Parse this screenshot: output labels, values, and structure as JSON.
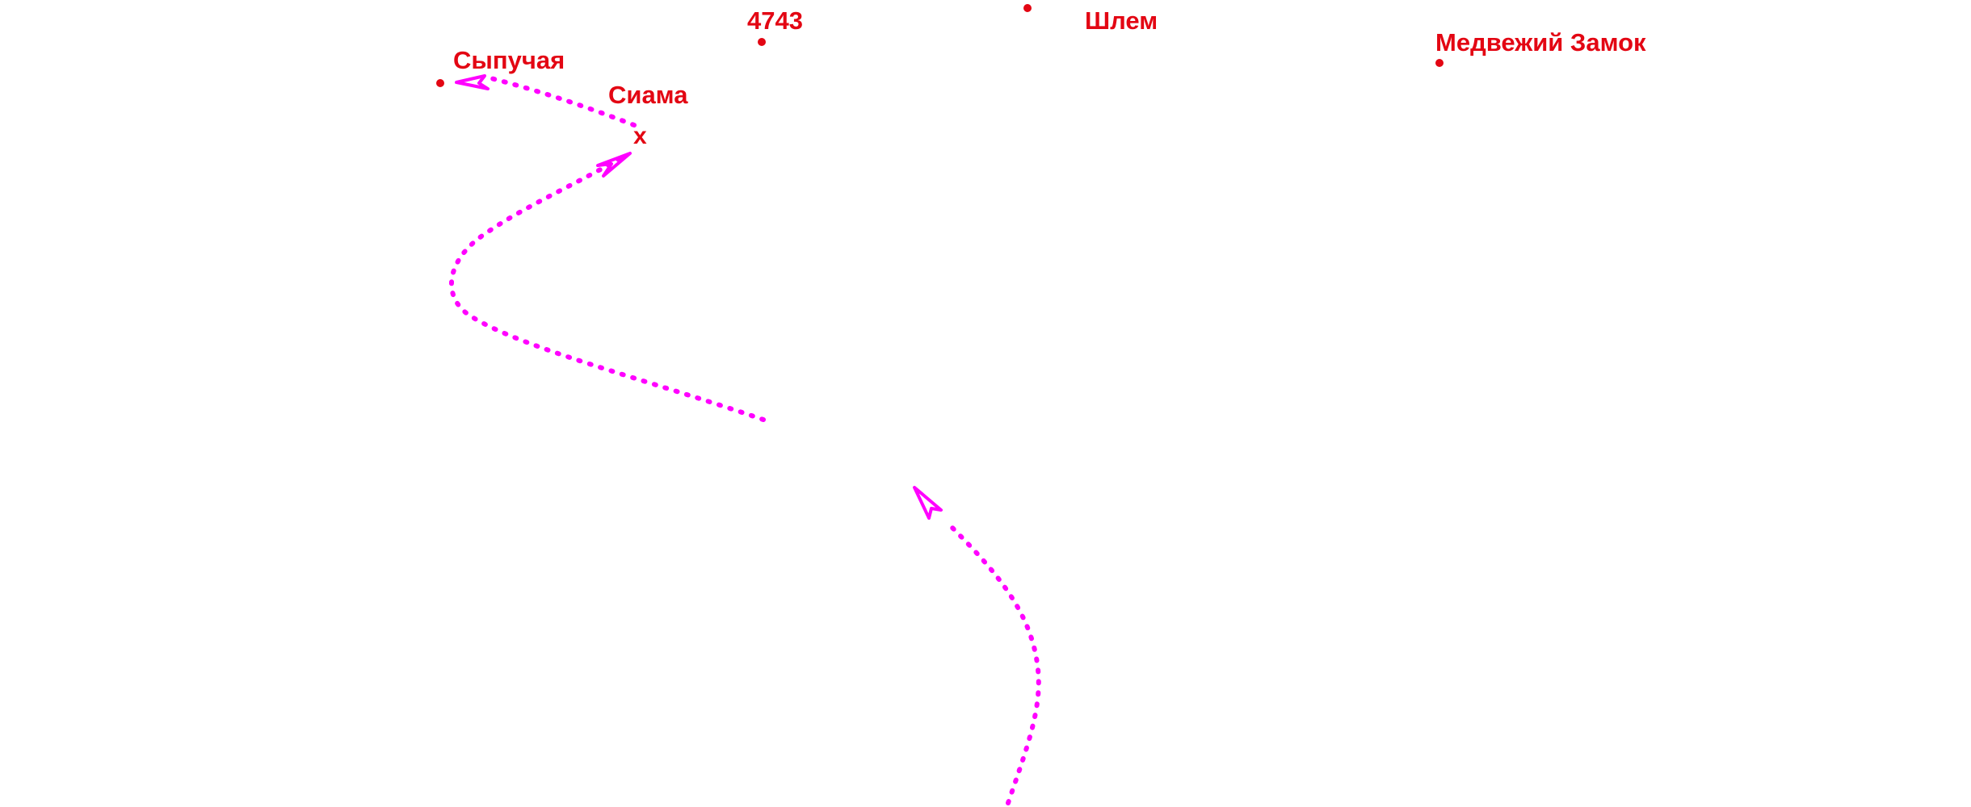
{
  "map": {
    "colors": {
      "label": "#e30613",
      "point": "#e30613",
      "route": "#ff00ff",
      "background": "#ffffff"
    },
    "places": [
      {
        "id": "sypuchaya",
        "name": "Сыпучая",
        "marker": "dot"
      },
      {
        "id": "siama",
        "name": "Сиама",
        "marker": "cross",
        "marker_text": "x"
      },
      {
        "id": "4743",
        "name": "4743",
        "marker": "dot"
      },
      {
        "id": "shlem",
        "name": "Шлем",
        "marker": "dot"
      },
      {
        "id": "medvezhiy-zamok",
        "name": "Медвежий Замок",
        "marker": "dot"
      }
    ],
    "routes": [
      {
        "id": "route-upper",
        "style": "dotted",
        "arrows": 2
      },
      {
        "id": "route-lower",
        "style": "dotted",
        "arrows": 1
      }
    ]
  }
}
